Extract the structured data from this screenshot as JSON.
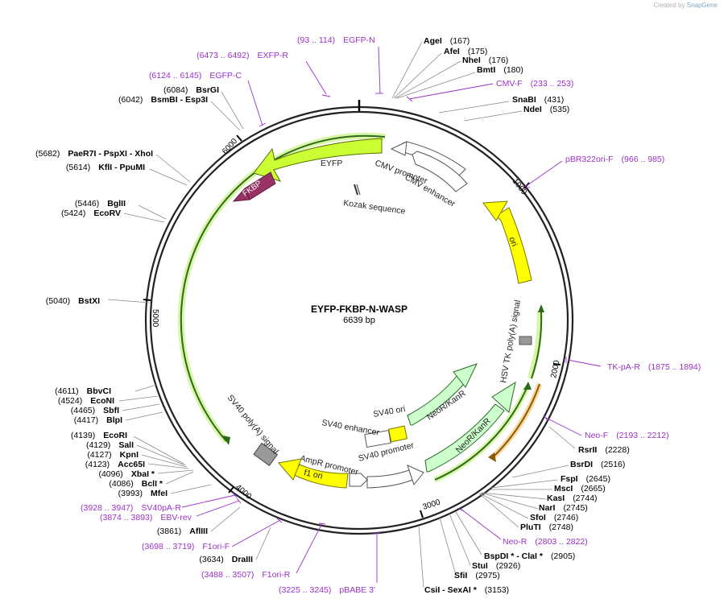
{
  "credit": {
    "prefix": "Created by",
    "brand": "SnapGene"
  },
  "plasmid": {
    "name": "EYFP-FKBP-N-WASP",
    "size": "6639 bp"
  },
  "ticks": [
    "1000",
    "2000",
    "3000",
    "4000",
    "5000",
    "6000"
  ],
  "features": [
    {
      "label": "EYFP",
      "color": "#ccff33"
    },
    {
      "label": "FKBP",
      "color": "#993366"
    },
    {
      "label": "CMV promoter",
      "color": "#ffffff"
    },
    {
      "label": "CMV enhancer",
      "color": "#ffffff"
    },
    {
      "label": "Kozak sequence",
      "color": "#ffffff"
    },
    {
      "label": "ori",
      "color": "#ffff00"
    },
    {
      "label": "HSV TK poly(A) signal",
      "color": "#999999"
    },
    {
      "label": "NeoR/KanR",
      "color": "#ccffcc"
    },
    {
      "label": "NeoR/KanR",
      "color": "#ccffcc"
    },
    {
      "label": "SV40 ori",
      "color": "#ffff00"
    },
    {
      "label": "SV40 enhancer",
      "color": "#ffffff"
    },
    {
      "label": "SV40 promoter",
      "color": "#ffffff"
    },
    {
      "label": "AmpR promoter",
      "color": "#ffffff"
    },
    {
      "label": "f1 ori",
      "color": "#ffff00"
    },
    {
      "label": "SV40 poly(A) signal",
      "color": "#999999"
    }
  ],
  "enzymes": [
    {
      "name": "AgeI",
      "pos": "(167)"
    },
    {
      "name": "AfeI",
      "pos": "(175)"
    },
    {
      "name": "NheI",
      "pos": "(176)"
    },
    {
      "name": "BmtI",
      "pos": "(180)"
    },
    {
      "name": "SnaBI",
      "pos": "(431)"
    },
    {
      "name": "NdeI",
      "pos": "(535)"
    },
    {
      "name": "RsrII",
      "pos": "(2228)"
    },
    {
      "name": "BsrDI",
      "pos": "(2516)"
    },
    {
      "name": "FspI",
      "pos": "(2645)"
    },
    {
      "name": "MscI",
      "pos": "(2665)"
    },
    {
      "name": "KasI",
      "pos": "(2744)"
    },
    {
      "name": "NarI",
      "pos": "(2745)"
    },
    {
      "name": "SfoI",
      "pos": "(2746)"
    },
    {
      "name": "PluTI",
      "pos": "(2748)"
    },
    {
      "name": "BspDI * - ClaI *",
      "pos": "(2905)"
    },
    {
      "name": "StuI",
      "pos": "(2926)"
    },
    {
      "name": "SfiI",
      "pos": "(2975)"
    },
    {
      "name": "CsiI - SexAI *",
      "pos": "(3153)"
    },
    {
      "name": "BsrGI",
      "pos": "(6084)"
    },
    {
      "name": "BsmBI - Esp3I",
      "pos": "(6042)"
    },
    {
      "name": "PaeR7I - PspXI - XhoI",
      "pos": "(5682)"
    },
    {
      "name": "KflI - PpuMI",
      "pos": "(5614)"
    },
    {
      "name": "BglII",
      "pos": "(5446)"
    },
    {
      "name": "EcoRV",
      "pos": "(5424)"
    },
    {
      "name": "BstXI",
      "pos": "(5040)"
    },
    {
      "name": "BbvCI",
      "pos": "(4611)"
    },
    {
      "name": "EcoNI",
      "pos": "(4524)"
    },
    {
      "name": "SbfI",
      "pos": "(4465)"
    },
    {
      "name": "BlpI",
      "pos": "(4417)"
    },
    {
      "name": "EcoRI",
      "pos": "(4139)"
    },
    {
      "name": "SalI",
      "pos": "(4129)"
    },
    {
      "name": "KpnI",
      "pos": "(4127)"
    },
    {
      "name": "Acc65I",
      "pos": "(4123)"
    },
    {
      "name": "XbaI *",
      "pos": "(4096)"
    },
    {
      "name": "BclI *",
      "pos": "(4086)"
    },
    {
      "name": "MfeI",
      "pos": "(3993)"
    },
    {
      "name": "AflIII",
      "pos": "(3861)"
    },
    {
      "name": "DraIII",
      "pos": "(3634)"
    }
  ],
  "primers": [
    {
      "name": "EGFP-N",
      "range": "(93 .. 114)"
    },
    {
      "name": "EXFP-R",
      "range": "(6473 .. 6492)"
    },
    {
      "name": "EGFP-C",
      "range": "(6124 .. 6145)"
    },
    {
      "name": "CMV-F",
      "range": "(233 .. 253)"
    },
    {
      "name": "pBR322ori-F",
      "range": "(966 .. 985)"
    },
    {
      "name": "TK-pA-R",
      "range": "(1875 .. 1894)"
    },
    {
      "name": "Neo-F",
      "range": "(2193 .. 2212)"
    },
    {
      "name": "Neo-R",
      "range": "(2803 .. 2822)"
    },
    {
      "name": "pBABE 3'",
      "range": "(3225 .. 3245)"
    },
    {
      "name": "F1ori-R",
      "range": "(3488 .. 3507)"
    },
    {
      "name": "F1ori-F",
      "range": "(3698 .. 3719)"
    },
    {
      "name": "EBV-rev",
      "range": "(3874 .. 3893)"
    },
    {
      "name": "SV40pA-R",
      "range": "(3928 .. 3947)"
    }
  ]
}
